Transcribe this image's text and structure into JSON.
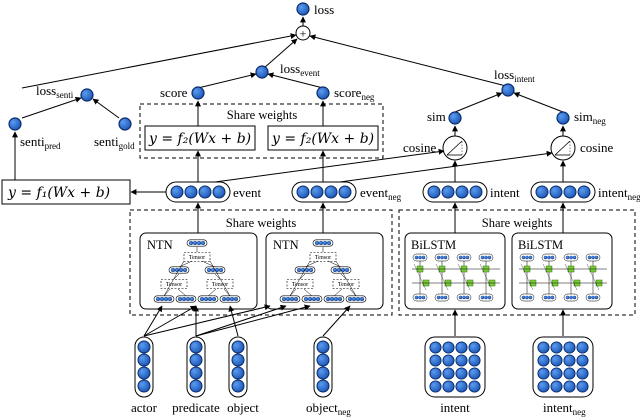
{
  "labels": {
    "loss": "loss",
    "loss_event": "loss",
    "loss_event_sub": "event",
    "loss_intent": "loss",
    "loss_intent_sub": "intent",
    "loss_senti": "loss",
    "loss_senti_sub": "senti",
    "score": "score",
    "score_neg": "score",
    "score_neg_sub": "neg",
    "senti_pred": "senti",
    "senti_pred_sub": "pred",
    "senti_gold": "senti",
    "senti_gold_sub": "gold",
    "sim": "sim",
    "sim_neg": "sim",
    "sim_neg_sub": "neg",
    "cosine_left": "cosine",
    "cosine_right": "cosine",
    "event": "event",
    "event_neg": "event",
    "event_neg_sub": "neg",
    "intent_vec": "intent",
    "intent_neg_vec": "intent",
    "intent_neg_vec_sub": "neg",
    "actor": "actor",
    "predicate": "predicate",
    "object": "object",
    "object_neg": "object",
    "object_neg_sub": "neg",
    "intent_input": "intent",
    "intent_neg_input": "intent",
    "intent_neg_input_sub": "neg",
    "share_weights_top": "Share weights",
    "share_weights_ntn": "Share weights",
    "share_weights_bilstm": "Share weights",
    "ntn_left": "NTN",
    "ntn_right": "NTN",
    "bilstm_left": "BiLSTM",
    "bilstm_right": "BiLSTM",
    "tensor": "Tensor",
    "formula_f1": "y = f₁(Wx + b)",
    "formula_f2": "y = f₂(Wx + b)",
    "plus_symbol": "+"
  },
  "colors": {
    "node_fill": "#2a6fd6",
    "node_stroke": "#0a2c6a",
    "lstm_cell": "#7ccf3a"
  }
}
